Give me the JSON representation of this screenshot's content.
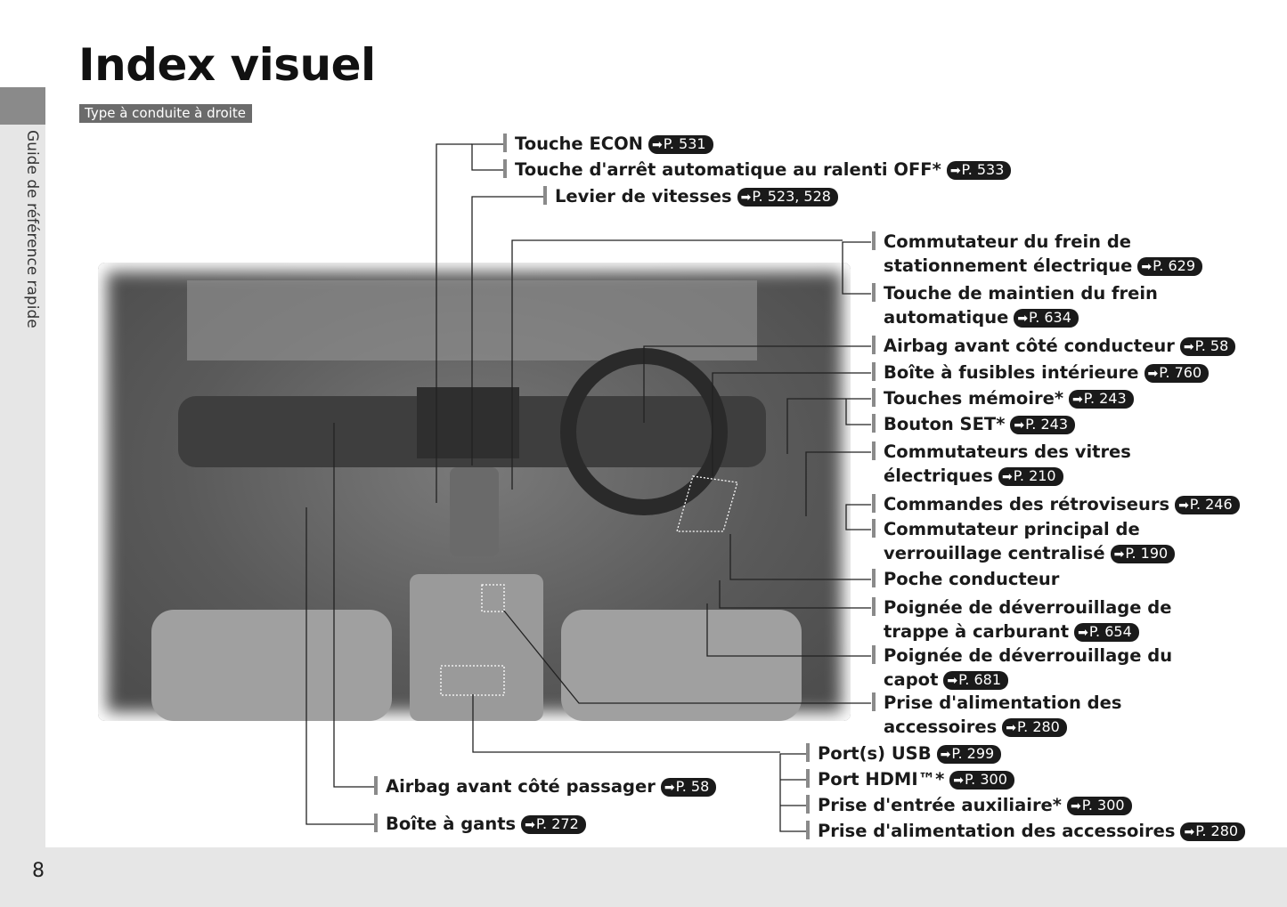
{
  "header": {
    "title": "Index visuel",
    "subtitle": "Type à conduite à droite"
  },
  "sidebar": {
    "label": "Guide de référence rapide"
  },
  "footer": {
    "page_number": "8"
  },
  "labels": [
    {
      "lines": [
        "Touche ECON"
      ],
      "ref": "P. 531"
    },
    {
      "lines": [
        "Touche d'arrêt automatique au ralenti OFF*"
      ],
      "ref": "P. 533"
    },
    {
      "lines": [
        "Levier de vitesses"
      ],
      "ref": "P. 523, 528"
    },
    {
      "lines": [
        "Commutateur du frein de",
        "stationnement électrique"
      ],
      "ref": "P. 629"
    },
    {
      "lines": [
        "Touche de maintien du frein",
        "automatique"
      ],
      "ref": "P. 634"
    },
    {
      "lines": [
        "Airbag avant côté conducteur"
      ],
      "ref": "P. 58"
    },
    {
      "lines": [
        "Boîte à fusibles intérieure"
      ],
      "ref": "P. 760"
    },
    {
      "lines": [
        "Touches mémoire*"
      ],
      "ref": "P. 243"
    },
    {
      "lines": [
        "Bouton SET*"
      ],
      "ref": "P. 243"
    },
    {
      "lines": [
        "Commutateurs des vitres",
        "électriques"
      ],
      "ref": "P. 210"
    },
    {
      "lines": [
        "Commandes des rétroviseurs"
      ],
      "ref": "P. 246"
    },
    {
      "lines": [
        "Commutateur principal de",
        "verrouillage centralisé"
      ],
      "ref": "P. 190"
    },
    {
      "lines": [
        "Poche conducteur"
      ],
      "ref": null
    },
    {
      "lines": [
        "Poignée de déverrouillage de",
        "trappe à carburant"
      ],
      "ref": "P. 654"
    },
    {
      "lines": [
        "Poignée de déverrouillage du",
        "capot"
      ],
      "ref": "P. 681"
    },
    {
      "lines": [
        "Prise d'alimentation des",
        "accessoires"
      ],
      "ref": "P. 280"
    },
    {
      "lines": [
        "Port(s) USB"
      ],
      "ref": "P. 299"
    },
    {
      "lines": [
        "Port HDMI™*"
      ],
      "ref": "P. 300"
    },
    {
      "lines": [
        "Prise d'entrée auxiliaire*"
      ],
      "ref": "P. 300"
    },
    {
      "lines": [
        "Prise d'alimentation des accessoires"
      ],
      "ref": "P. 280"
    },
    {
      "lines": [
        "Airbag avant côté passager"
      ],
      "ref": "P. 58"
    },
    {
      "lines": [
        "Boîte à gants"
      ],
      "ref": "P. 272"
    }
  ]
}
